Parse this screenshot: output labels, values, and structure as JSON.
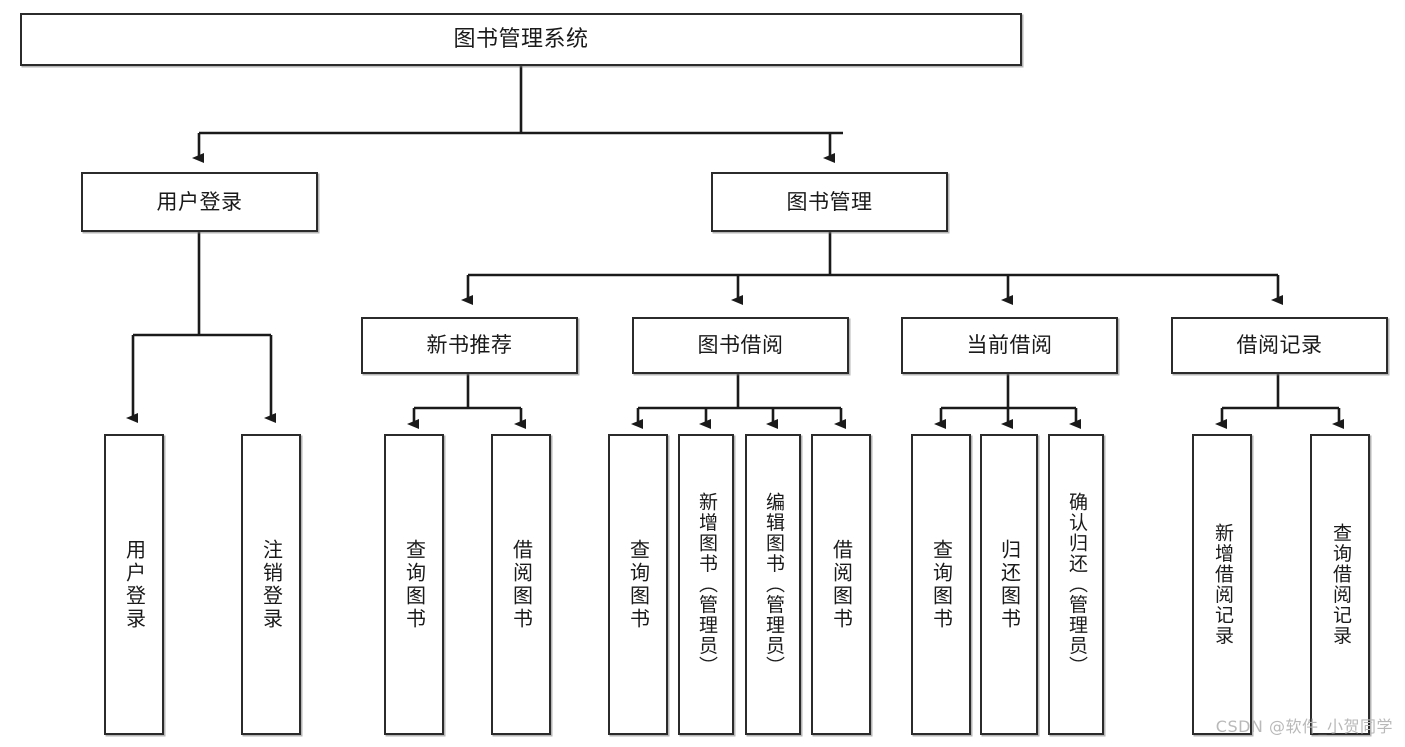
{
  "diagram": {
    "title": "图书管理系统",
    "type": "tree",
    "watermark": "CSDN @软件_小贺同学",
    "colors": {
      "box_border": "#2b2b2b",
      "box_fill": "#ffffff",
      "edge": "#1a1a1a",
      "text": "#1a1a1a",
      "watermark": "#b9b9b9"
    },
    "levels": {
      "root": "图书管理系统",
      "level2": [
        "用户登录",
        "图书管理"
      ],
      "level3": [
        "新书推荐",
        "图书借阅",
        "当前借阅",
        "借阅记录"
      ]
    },
    "nodes": {
      "root": {
        "label": "图书管理系统"
      },
      "user_login": {
        "label": "用户登录"
      },
      "book_manage": {
        "label": "图书管理"
      },
      "new_book_rec": {
        "label": "新书推荐"
      },
      "book_borrow": {
        "label": "图书借阅"
      },
      "current_borrow": {
        "label": "当前借阅"
      },
      "borrow_record": {
        "label": "借阅记录"
      },
      "leaf_user_login": {
        "label": "用户登录"
      },
      "leaf_user_logout": {
        "label": "注销登录"
      },
      "leaf_rec_query": {
        "label": "查询图书"
      },
      "leaf_rec_borrow": {
        "label": "借阅图书"
      },
      "leaf_borrow_query": {
        "label": "查询图书"
      },
      "leaf_borrow_add": {
        "label": "新增图书（管理员）"
      },
      "leaf_borrow_edit": {
        "label": "编辑图书（管理员）"
      },
      "leaf_borrow_lend": {
        "label": "借阅图书"
      },
      "leaf_cur_query": {
        "label": "查询图书"
      },
      "leaf_cur_return": {
        "label": "归还图书"
      },
      "leaf_cur_confirm": {
        "label": "确认归还（管理员）"
      },
      "leaf_rec_add": {
        "label": "新增借阅记录"
      },
      "leaf_rec_query_record": {
        "label": "查询借阅记录"
      }
    },
    "edges": [
      {
        "from": "root",
        "to": "user_login"
      },
      {
        "from": "root",
        "to": "book_manage"
      },
      {
        "from": "user_login",
        "to": "leaf_user_login"
      },
      {
        "from": "user_login",
        "to": "leaf_user_logout"
      },
      {
        "from": "book_manage",
        "to": "new_book_rec"
      },
      {
        "from": "book_manage",
        "to": "book_borrow"
      },
      {
        "from": "book_manage",
        "to": "current_borrow"
      },
      {
        "from": "book_manage",
        "to": "borrow_record"
      },
      {
        "from": "new_book_rec",
        "to": "leaf_rec_query"
      },
      {
        "from": "new_book_rec",
        "to": "leaf_rec_borrow"
      },
      {
        "from": "book_borrow",
        "to": "leaf_borrow_query"
      },
      {
        "from": "book_borrow",
        "to": "leaf_borrow_add"
      },
      {
        "from": "book_borrow",
        "to": "leaf_borrow_edit"
      },
      {
        "from": "book_borrow",
        "to": "leaf_borrow_lend"
      },
      {
        "from": "current_borrow",
        "to": "leaf_cur_query"
      },
      {
        "from": "current_borrow",
        "to": "leaf_cur_return"
      },
      {
        "from": "current_borrow",
        "to": "leaf_cur_confirm"
      },
      {
        "from": "borrow_record",
        "to": "leaf_rec_add"
      },
      {
        "from": "borrow_record",
        "to": "leaf_rec_query_record"
      }
    ]
  }
}
